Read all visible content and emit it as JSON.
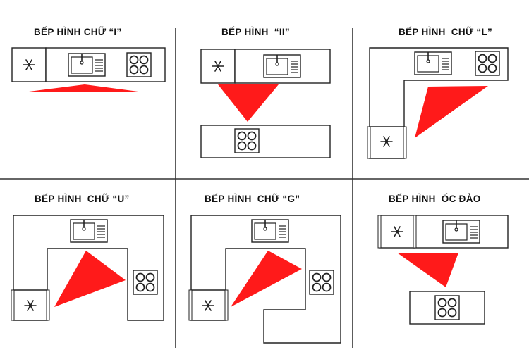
{
  "layouts": [
    {
      "id": "i-shape",
      "title": "BẾP HÌNH CHỮ “I”"
    },
    {
      "id": "ii-shape",
      "title": "BẾP HÌNH  “II”"
    },
    {
      "id": "l-shape",
      "title": "BẾP HÌNH  CHỮ “L”"
    },
    {
      "id": "u-shape",
      "title": "BẾP HÌNH  CHỮ “U”"
    },
    {
      "id": "g-shape",
      "title": "BẾP HÌNH  CHỮ “G”"
    },
    {
      "id": "island",
      "title": "BẾP HÌNH  ỐC ĐẢO"
    }
  ],
  "colors": {
    "work_triangle": "#ff1a1a",
    "outline": "#222222",
    "counter_fill": "#ffffff",
    "divider": "#333333",
    "background": "#ffffff"
  },
  "icons": {
    "fridge": "snowflake-icon",
    "sink": "sink-icon",
    "hob": "stove-hob-icon"
  }
}
